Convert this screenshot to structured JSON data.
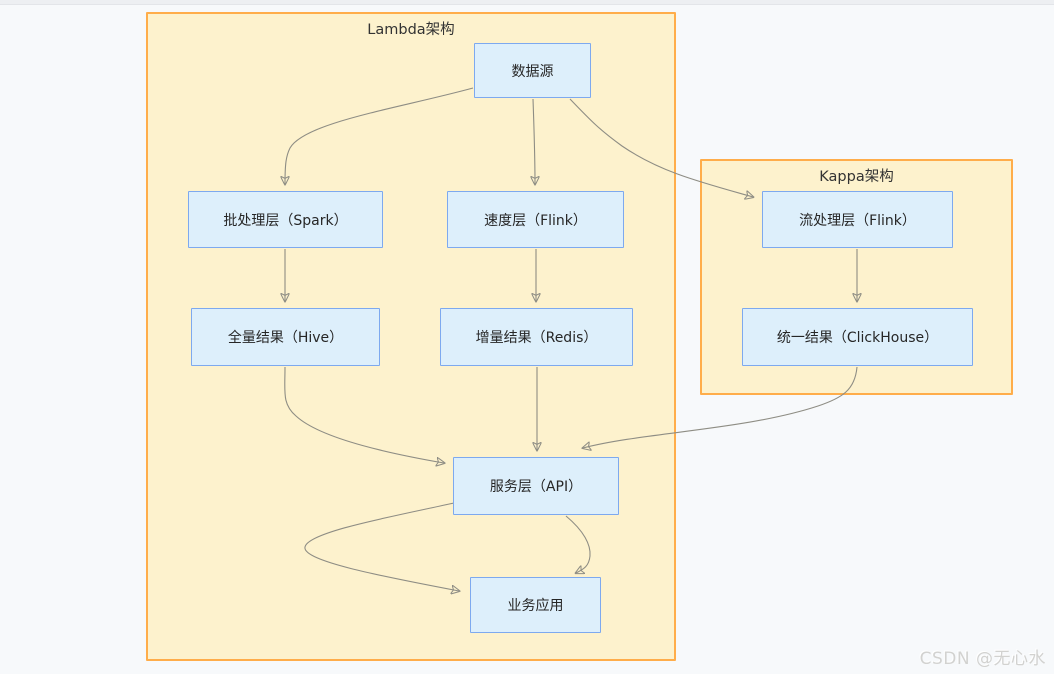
{
  "page": {
    "background_color": "#f7f9fb",
    "watermark": "CSDN @无心水"
  },
  "diagram": {
    "type": "flowchart",
    "groups": {
      "lambda": {
        "title": "Lambda架构"
      },
      "kappa": {
        "title": "Kappa架构"
      }
    },
    "nodes": {
      "datasource": {
        "label": "数据源"
      },
      "batch": {
        "label": "批处理层（Spark）"
      },
      "speed": {
        "label": "速度层（Flink）"
      },
      "stream": {
        "label": "流处理层（Flink）"
      },
      "full_result": {
        "label": "全量结果（Hive）"
      },
      "incr_result": {
        "label": "增量结果（Redis）"
      },
      "unified_result": {
        "label": "统一结果（ClickHouse）"
      },
      "service": {
        "label": "服务层（API）"
      },
      "app": {
        "label": "业务应用"
      }
    },
    "edges": [
      {
        "from": "数据源",
        "to": "批处理层（Spark）"
      },
      {
        "from": "数据源",
        "to": "速度层（Flink）"
      },
      {
        "from": "数据源",
        "to": "流处理层（Flink）"
      },
      {
        "from": "批处理层（Spark）",
        "to": "全量结果（Hive）"
      },
      {
        "from": "速度层（Flink）",
        "to": "增量结果（Redis）"
      },
      {
        "from": "流处理层（Flink）",
        "to": "统一结果（ClickHouse）"
      },
      {
        "from": "全量结果（Hive）",
        "to": "服务层（API）"
      },
      {
        "from": "增量结果（Redis）",
        "to": "服务层（API）"
      },
      {
        "from": "统一结果（ClickHouse）",
        "to": "服务层（API）"
      },
      {
        "from": "服务层（API）",
        "to": "业务应用"
      },
      {
        "from": "服务层（API）",
        "to": "业务应用"
      }
    ],
    "colors": {
      "group_fill": "#fdf2cd",
      "group_border": "#ffad4a",
      "node_fill": "#ddeffb",
      "node_border": "#7da9ef",
      "edge": "#8e8d84",
      "text": "#262626",
      "watermark": "#d2d2d0"
    }
  }
}
